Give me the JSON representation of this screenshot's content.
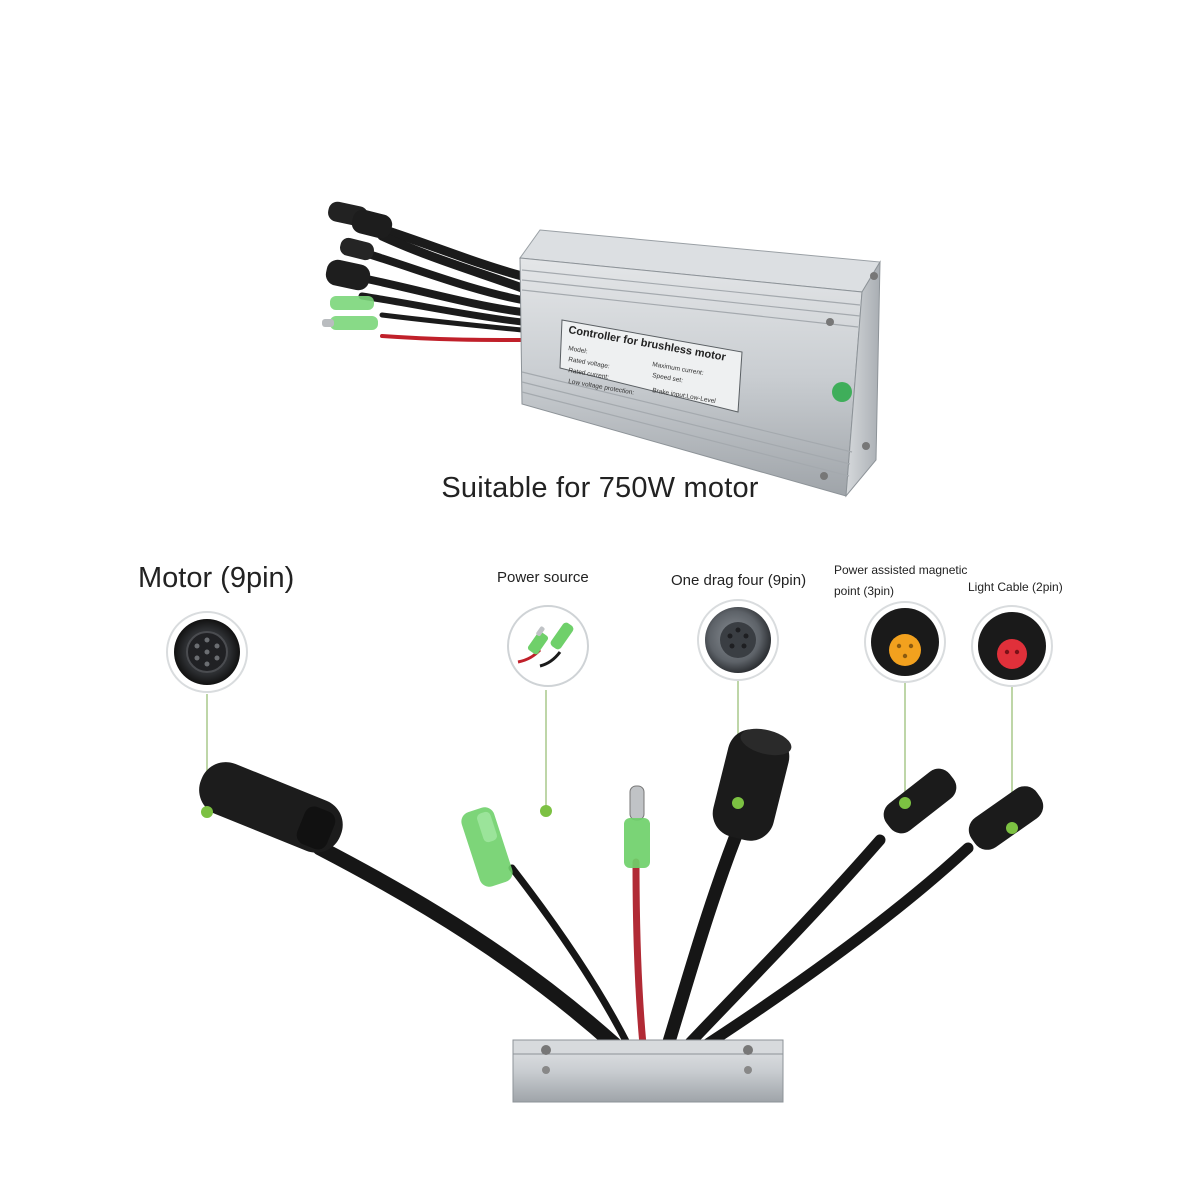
{
  "controller": {
    "label_title": "Controller for brushless motor",
    "label_lines": [
      "Model:",
      "Rated voltage:",
      "Rated current:",
      "Low voltage protection:",
      "Maximum current:",
      "Speed set:",
      "Brake input:Low-Level"
    ]
  },
  "caption": "Suitable for 750W motor",
  "connectors": [
    {
      "id": "motor",
      "label": "Motor (9pin)"
    },
    {
      "id": "power",
      "label": "Power source"
    },
    {
      "id": "drag",
      "label": "One drag four (9pin)"
    },
    {
      "id": "pas",
      "label_line1": "Power assisted magnetic",
      "label_line2": "point (3pin)"
    },
    {
      "id": "light",
      "label": "Light Cable (2pin)"
    }
  ],
  "colors": {
    "callout_dot": "#7cc142",
    "callout_line": "#a8c98a",
    "pas_insert": "#f2a11e",
    "light_insert": "#e0303a",
    "wire_red": "#c0202a",
    "green_sleeve": "#6fd06a"
  }
}
